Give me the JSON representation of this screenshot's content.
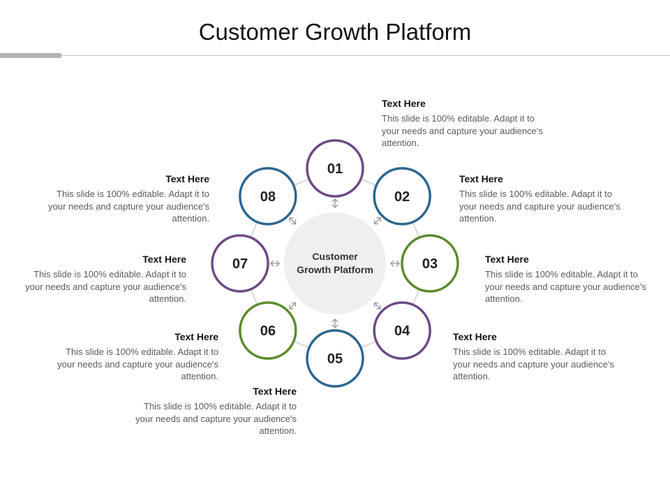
{
  "title": "Customer Growth Platform",
  "center": {
    "line1": "Customer",
    "line2": "Growth Platform"
  },
  "colors": {
    "purple": "#6b4a86",
    "blue": "#2b6690",
    "green": "#5c8a2e",
    "hub": "#efefef",
    "ring": "#cfcfcf"
  },
  "nodes": [
    {
      "label": "01",
      "color": "#6b4a86"
    },
    {
      "label": "02",
      "color": "#2b6690"
    },
    {
      "label": "03",
      "color": "#5c8a2e"
    },
    {
      "label": "04",
      "color": "#6b4a86"
    },
    {
      "label": "05",
      "color": "#2b6690"
    },
    {
      "label": "06",
      "color": "#5c8a2e"
    },
    {
      "label": "07",
      "color": "#6b4a86"
    },
    {
      "label": "08",
      "color": "#2b6690"
    }
  ],
  "texts": [
    {
      "heading": "Text Here",
      "body": "This slide is 100% editable. Adapt it to your needs and capture your audience's attention."
    },
    {
      "heading": "Text Here",
      "body": "This slide is 100% editable. Adapt it to your needs and capture your audience's attention."
    },
    {
      "heading": "Text Here",
      "body": "This slide is 100% editable. Adapt it to your needs and capture your audience's attention."
    },
    {
      "heading": "Text Here",
      "body": "This slide is 100% editable. Adapt it to your needs and capture your audience's attention."
    },
    {
      "heading": "Text Here",
      "body": "This slide is 100% editable. Adapt it to your needs and capture your audience's attention."
    },
    {
      "heading": "Text Here",
      "body": "This slide is 100% editable. Adapt it to your needs and capture your audience's attention."
    },
    {
      "heading": "Text Here",
      "body": "This slide is 100% editable. Adapt it to your needs and capture your audience's attention."
    },
    {
      "heading": "Text Here",
      "body": "This slide is 100% editable. Adapt it to your needs and capture your audience's attention."
    }
  ]
}
